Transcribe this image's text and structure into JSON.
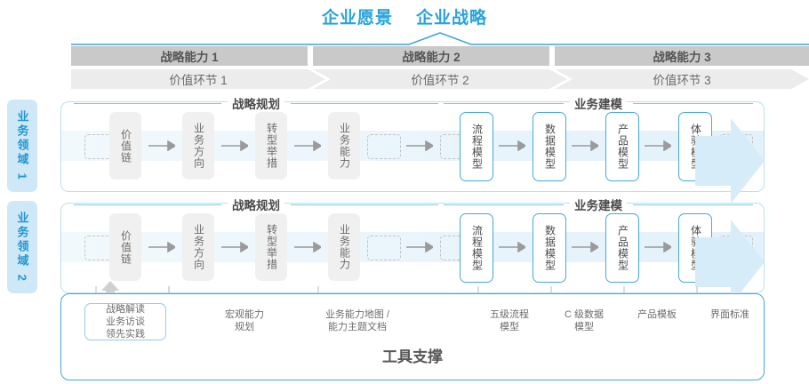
{
  "header": {
    "titles": [
      "企业愿景",
      "企业战略"
    ],
    "accent_color": "#29a3dc"
  },
  "capability_bars": {
    "strategic": [
      "战略能力 1",
      "战略能力 2",
      "战略能力 3"
    ],
    "value_chain": [
      "价值环节 1",
      "价值环节 2",
      "价值环节 3"
    ]
  },
  "domains": [
    {
      "label": "业务领域 1"
    },
    {
      "label": "业务领域 2"
    }
  ],
  "sections": {
    "planning": "战略规划",
    "modeling": "业务建模"
  },
  "nodes": {
    "planning": [
      "价值链",
      "业务方向",
      "转型举措",
      "业务能力"
    ],
    "modeling": [
      "流程模型",
      "数据模型",
      "产品模型",
      "体验模型"
    ]
  },
  "tool_support": {
    "title": "工具支撑",
    "tag": "战略解读\n业务访谈\n领先实践",
    "labels": [
      "宏观能力\n规划",
      "业务能力地图 /\n能力主题文档",
      "五级流程\n模型",
      "C 级数据\n模型",
      "产品模板",
      "界面标准"
    ]
  },
  "colors": {
    "blue": "#46a8dd",
    "bar_dark": "#c9c9c9",
    "bar_light": "#ececec",
    "domain_bg": "#cfe8f7"
  }
}
